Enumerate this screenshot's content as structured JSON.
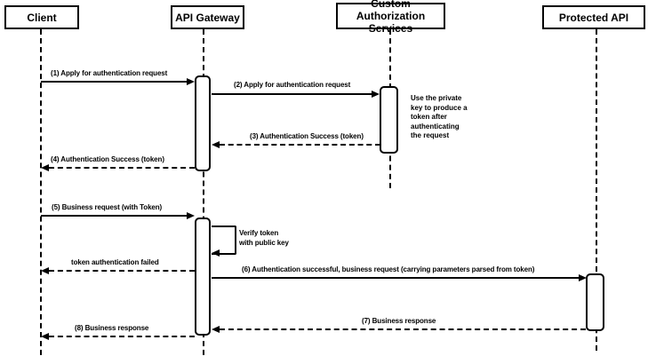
{
  "diagram": {
    "kind": "sequence-diagram",
    "participants": [
      {
        "name": "Client"
      },
      {
        "name": "API Gateway"
      },
      {
        "name": "Custom Authorization Services"
      },
      {
        "name": "Protected API"
      }
    ],
    "messages": [
      {
        "label": "(1) Apply for authentication request",
        "from": "Client",
        "to": "API Gateway",
        "line": "solid"
      },
      {
        "label": "(2) Apply for authentication request",
        "from": "API Gateway",
        "to": "Custom Authorization Services",
        "line": "solid"
      },
      {
        "label": "(3) Authentication Success (token)",
        "from": "Custom Authorization Services",
        "to": "API Gateway",
        "line": "dashed"
      },
      {
        "label": "(4) Authentication Success (token)",
        "from": "API Gateway",
        "to": "Client",
        "line": "dashed"
      },
      {
        "label": "(5) Business request (with Token)",
        "from": "Client",
        "to": "API Gateway",
        "line": "solid"
      },
      {
        "label": "Verify token\nwith public key",
        "from": "API Gateway",
        "to": "API Gateway",
        "line": "self"
      },
      {
        "label": "token authentication failed",
        "from": "API Gateway",
        "to": "Client",
        "line": "dashed"
      },
      {
        "label": "(6) Authentication successful, business request (carrying parameters parsed from token)",
        "from": "API Gateway",
        "to": "Protected API",
        "line": "solid"
      },
      {
        "label": "(7) Business response",
        "from": "Protected API",
        "to": "API Gateway",
        "line": "dashed"
      },
      {
        "label": "(8) Business response",
        "from": "API Gateway",
        "to": "Client",
        "line": "dashed"
      }
    ],
    "note": {
      "text": "Use the private\nkey to produce a\ntoken after\nauthenticating\nthe request",
      "attached_to": "Custom Authorization Services"
    },
    "colors": {
      "stroke": "#000000",
      "fill": "#ffffff",
      "background": "#ffffff"
    }
  }
}
